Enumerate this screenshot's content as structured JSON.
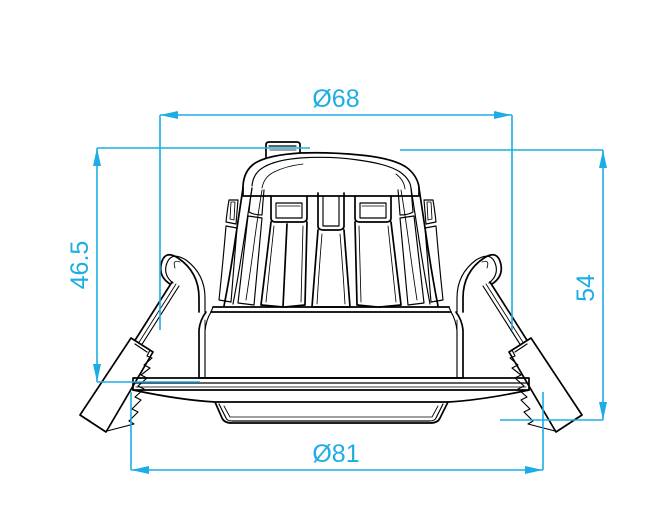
{
  "drawing": {
    "type": "technical-dimensional-drawing",
    "subject": "recessed LED downlight front elevation",
    "background_color": "#FFFFFF",
    "line_color": "#000000",
    "dimension_color": "#1CADE4"
  },
  "dimensions": {
    "top_diameter": {
      "label": "Ø68",
      "value": 68,
      "symbol": "Ø",
      "orientation": "horizontal",
      "position": "top"
    },
    "bottom_diameter": {
      "label": "Ø81",
      "value": 81,
      "symbol": "Ø",
      "orientation": "horizontal",
      "position": "bottom"
    },
    "left_height": {
      "label": "46.5",
      "value": 46.5,
      "orientation": "vertical",
      "position": "left"
    },
    "right_height": {
      "label": "54",
      "value": 54,
      "orientation": "vertical",
      "position": "right"
    }
  }
}
